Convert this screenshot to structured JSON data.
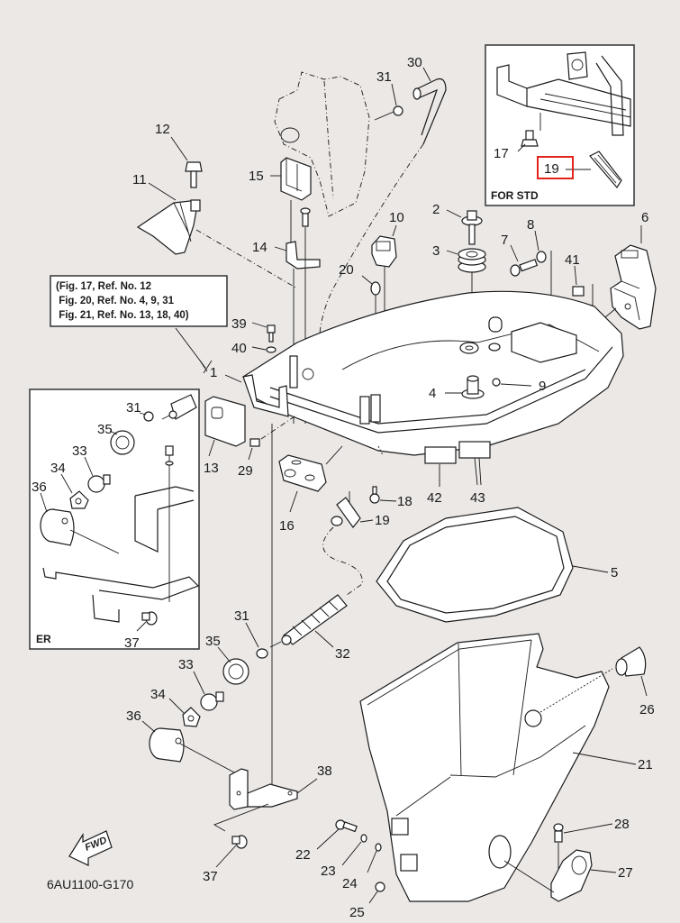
{
  "diagram": {
    "code": "6AU1100-G170",
    "fwd_label": "FWD",
    "highlight_color": "#e0241b",
    "highlighted_part": "19",
    "reference_note": {
      "lines": [
        "(Fig. 17, Ref. No. 12",
        " Fig. 20, Ref. No. 4, 9, 31",
        " Fig. 21, Ref. No. 13, 18, 40)"
      ]
    },
    "inset_std": {
      "title": "FOR STD",
      "parts": [
        "17",
        "19"
      ]
    },
    "inset_er": {
      "title": "ER",
      "parts": [
        "31",
        "35",
        "33",
        "34",
        "36",
        "37"
      ]
    },
    "callouts": {
      "p1": "1",
      "p2": "2",
      "p3": "3",
      "p4": "4",
      "p5": "5",
      "p6": "6",
      "p7": "7",
      "p8": "8",
      "p9": "9",
      "p10": "10",
      "p11": "11",
      "p12": "12",
      "p13": "13",
      "p14": "14",
      "p15": "15",
      "p16": "16",
      "p18": "18",
      "p19": "19",
      "p20": "20",
      "p21": "21",
      "p22": "22",
      "p23": "23",
      "p24": "24",
      "p25": "25",
      "p26": "26",
      "p27": "27",
      "p28": "28",
      "p29": "29",
      "p30": "30",
      "p31": "31",
      "p32": "32",
      "p33": "33",
      "p34": "34",
      "p35": "35",
      "p36": "36",
      "p37": "37",
      "p38": "38",
      "p39": "39",
      "p40": "40",
      "p41": "41",
      "p42": "42",
      "p43": "43",
      "std17": "17",
      "std19": "19",
      "er31": "31",
      "er35": "35",
      "er33": "33",
      "er34": "34",
      "er36": "36",
      "er37": "37"
    }
  }
}
